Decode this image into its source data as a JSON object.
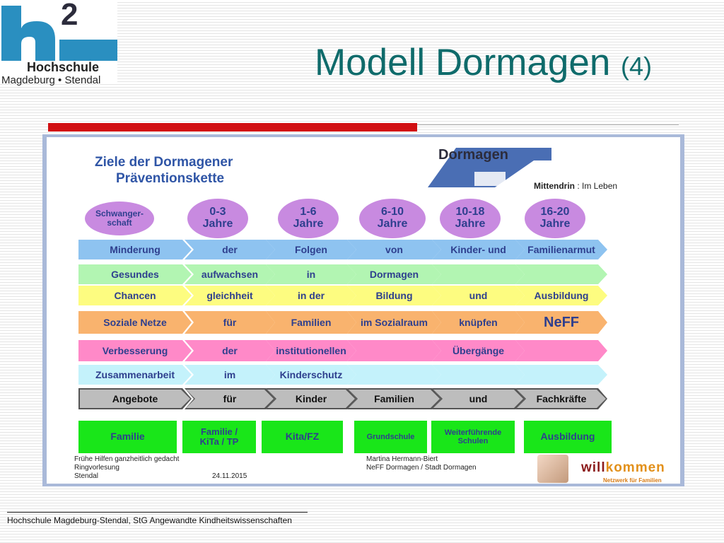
{
  "logo": {
    "superscript": "2",
    "line1": "Hochschule",
    "line2": "Magdeburg • Stendal"
  },
  "title": {
    "main": "Modell Dormagen",
    "number": "(4)"
  },
  "graphic": {
    "heading_line1": "Ziele der Dormagener",
    "heading_line2": "Präventionskette",
    "dormagen_name": "Dormagen",
    "slogan_bold": "Mittendrin",
    "slogan_rest": " : Im Leben",
    "age_groups": [
      "Schwanger-\nschaft",
      "0-3\nJahre",
      "1-6\nJahre",
      "6-10\nJahre",
      "10-18\nJahre",
      "16-20\nJahre"
    ],
    "rows": [
      {
        "color": "#8ec3f0",
        "segments": [
          "Minderung",
          "der",
          "Folgen",
          "von",
          "Kinder- und",
          "Familienarmut"
        ]
      },
      {
        "color": "#b2f5b2",
        "segments": [
          "Gesundes",
          "aufwachsen",
          "in",
          "Dormagen",
          "",
          ""
        ]
      },
      {
        "color": "#fdfc80",
        "segments": [
          "Chancen",
          "gleichheit",
          "in der",
          "Bildung",
          "und",
          "Ausbildung"
        ]
      },
      {
        "color": "#f9b36e",
        "segments": [
          "Soziale Netze",
          "für",
          "Familien",
          "im Sozialraum",
          "knüpfen",
          "NeFF"
        ]
      },
      {
        "color": "#ff89c8",
        "segments": [
          "Verbesserung",
          "der",
          "institutionellen",
          "",
          "Übergänge",
          ""
        ]
      },
      {
        "color": "#c4f2fb",
        "segments": [
          "Zusammenarbeit",
          "im",
          "Kinderschutz",
          "",
          "",
          ""
        ]
      },
      {
        "color": "#bdbdbd",
        "segments": [
          "Angebote",
          "für",
          "Kinder",
          "Familien",
          "und",
          "Fachkräfte"
        ]
      }
    ],
    "boxes": [
      "Familie",
      "Familie /\nKiTa / TP",
      "Kita/FZ",
      "Grundschule",
      "Weiterführende\nSchulen",
      "Ausbildung"
    ],
    "footer_left": [
      "Frühe Hilfen ganzheitlich gedacht",
      "Ringvorlesung",
      "Stendal"
    ],
    "footer_date": "24.11.2015",
    "footer_mid": [
      "Martina Hermann-Biert",
      "NeFF Dormagen / Stadt Dormagen"
    ],
    "willkommen_a": "will",
    "willkommen_b": "kommen",
    "willkommen_sub": "Netzwerk für Familien"
  },
  "footer": "Hochschule Magdeburg-Stendal, StG Angewandte Kindheitswissenschaften"
}
